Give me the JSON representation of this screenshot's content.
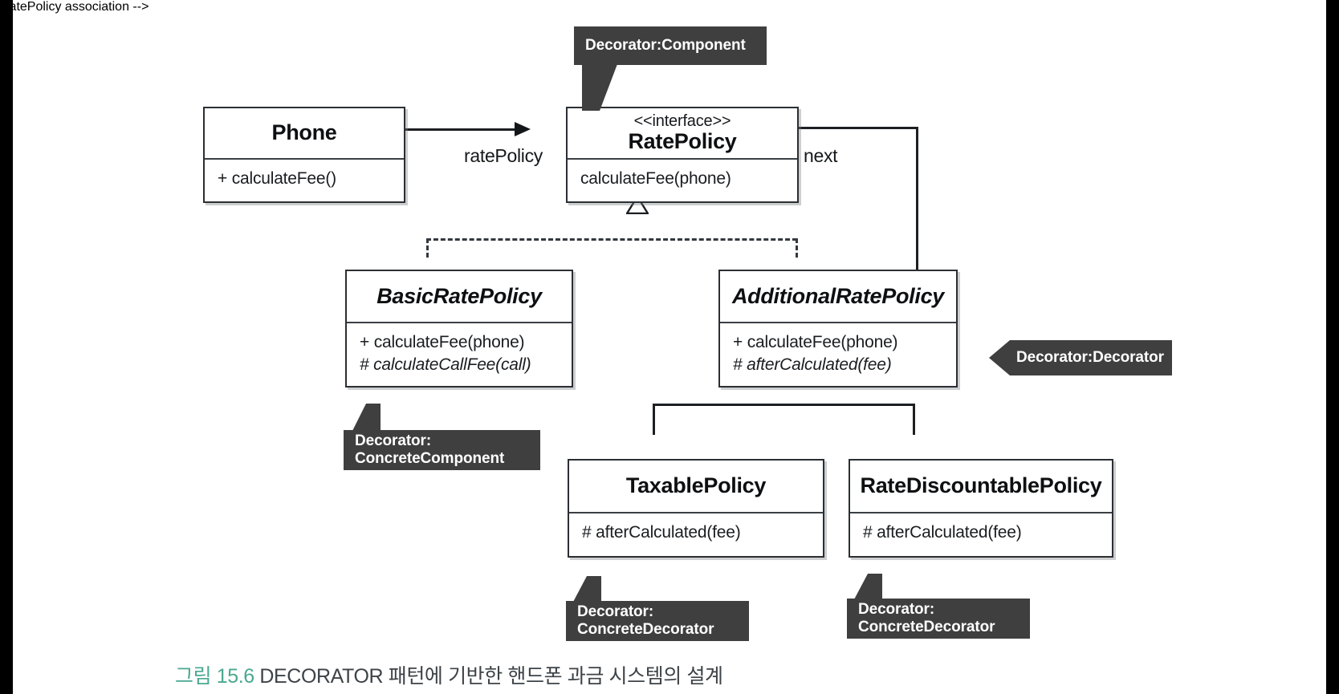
{
  "figure": {
    "domain": "uml-class-diagram",
    "caption_number": "그림 15.6",
    "caption_text": "DECORATOR 패턴에 기반한 핸드폰 과금 시스템의 설계",
    "caption_accent_color": "#4aa890",
    "caption_text_color": "#3d4347"
  },
  "classes": {
    "phone": {
      "name": "Phone",
      "stereotype": "",
      "abstract": false,
      "members": [
        "+ calculateFee()"
      ]
    },
    "rate_policy": {
      "name": "RatePolicy",
      "stereotype": "<<interface>>",
      "abstract": false,
      "members": [
        "calculateFee(phone)"
      ]
    },
    "basic_rate_policy": {
      "name": "BasicRatePolicy",
      "stereotype": "",
      "abstract": true,
      "members": [
        "+ calculateFee(phone)",
        "# calculateCallFee(call)"
      ],
      "member_abstract": [
        false,
        true
      ]
    },
    "additional_rate_policy": {
      "name": "AdditionalRatePolicy",
      "stereotype": "",
      "abstract": true,
      "members": [
        "+ calculateFee(phone)",
        "# afterCalculated(fee)"
      ],
      "member_abstract": [
        false,
        true
      ]
    },
    "taxable_policy": {
      "name": "TaxablePolicy",
      "stereotype": "",
      "abstract": false,
      "members": [
        "# afterCalculated(fee)"
      ]
    },
    "rate_discountable_policy": {
      "name": "RateDiscountablePolicy",
      "stereotype": "",
      "abstract": false,
      "members": [
        "# afterCalculated(fee)"
      ]
    }
  },
  "edges": {
    "rate_policy_label": "ratePolicy",
    "next_label": "next"
  },
  "badges": {
    "component": "Decorator:Component",
    "concrete_component": "Decorator:\nConcreteComponent",
    "decorator": "Decorator:Decorator",
    "concrete_decorator_taxable": "Decorator:\nConcreteDecorator",
    "concrete_decorator_discount": "Decorator:\nConcreteDecorator"
  },
  "colors": {
    "badge_fill": "#403f40",
    "line": "#1d2023",
    "box_border": "#2b2f33",
    "page_gutter": "#000000"
  }
}
